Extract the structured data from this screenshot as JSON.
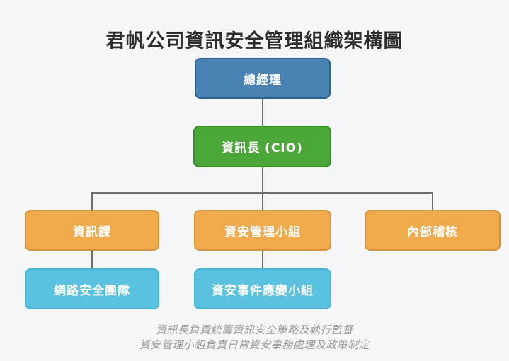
{
  "title": "君帆公司資訊安全管理組織架構圖",
  "palette": {
    "background": "#f5f6f8",
    "level1_fill": "#4a82b4",
    "level1_border": "#2d618e",
    "level2_fill": "#4ba838",
    "level2_border": "#3c8c2c",
    "level3_fill": "#efaa4b",
    "level3_border": "#d8923c",
    "level4_fill": "#5ac2de",
    "level4_border": "#49b4d2",
    "connector": "#6e6e6e",
    "title_text": "#2d2d2d",
    "footer_text": "#979797",
    "node_text": "#ffffff"
  },
  "org_chart": {
    "nodes": {
      "general_manager": {
        "label": "總經理",
        "level": 1
      },
      "cio": {
        "label": "資訊長 (CIO)",
        "level": 2
      },
      "it_section": {
        "label": "資訊課",
        "level": 3
      },
      "security_management_team": {
        "label": "資安管理小組",
        "level": 3
      },
      "internal_audit": {
        "label": "內部稽核",
        "level": 3
      },
      "network_security_team": {
        "label": "網路安全團隊",
        "level": 4
      },
      "incident_response_team": {
        "label": "資安事件應變小組",
        "level": 4
      }
    },
    "edges": [
      [
        "general_manager",
        "cio"
      ],
      [
        "cio",
        "it_section"
      ],
      [
        "cio",
        "security_management_team"
      ],
      [
        "cio",
        "internal_audit"
      ],
      [
        "it_section",
        "network_security_team"
      ],
      [
        "security_management_team",
        "incident_response_team"
      ]
    ]
  },
  "footer": {
    "note1": "資訊長負責統籌資訊安全策略及執行監督",
    "note2": "資安管理小組負責日常資安事務處理及政策制定"
  }
}
